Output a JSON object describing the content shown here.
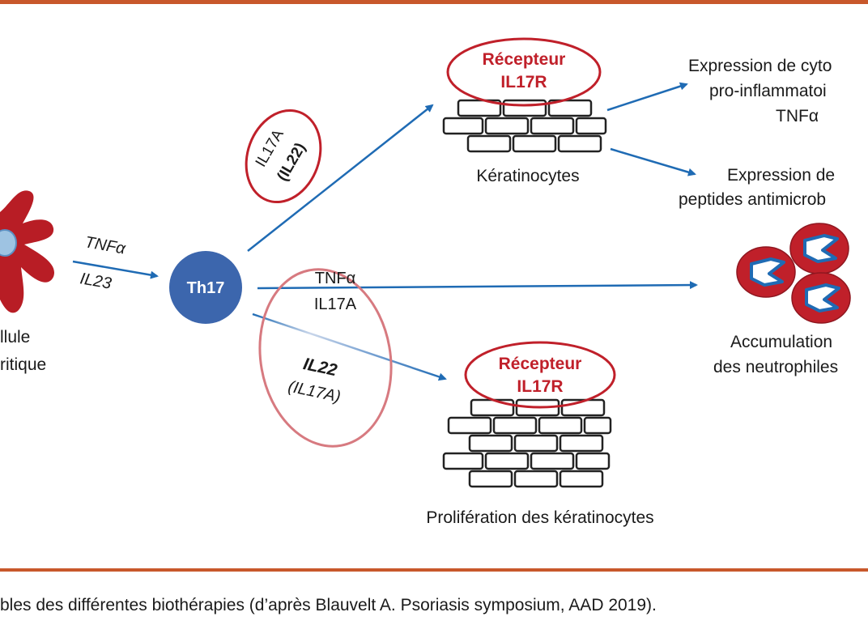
{
  "labels": {
    "cell_line1": "llule",
    "cell_line2": "ritique",
    "tnf_a": "TNFα",
    "il23": "IL23",
    "th17": "Th17",
    "oval_top_line1": "IL17A",
    "oval_top_line2": "(IL22)",
    "mid_tnf": "TNFα",
    "mid_il17a": "IL17A",
    "oval_bottom_line1": "IL22",
    "oval_bottom_line2": "(IL17A)",
    "receptor_line1": "Récepteur",
    "receptor_line2": "IL17R",
    "receptor2_line1": "Récepteur",
    "receptor2_line2": "IL17R",
    "keratinocytes": "Kératinocytes",
    "proliferation": "Prolifération des kératinocytes",
    "expr1_line1": "Expression de cyto",
    "expr1_line2": "pro-inflammatoi",
    "expr1_line3": "TNFα",
    "expr2_line1": "Expression de",
    "expr2_line2": "peptides antimicrob",
    "accum_line1": "Accumulation",
    "accum_line2": "des neutrophiles"
  },
  "caption": "bles des différentes biothérapies (d’après Blauvelt A. Psoriasis symposium, AAD 2019).",
  "colors": {
    "rule": "#c8582b",
    "arrow": "#1f6bb4",
    "th17": "#3c66ad",
    "red": "#c0202a",
    "cell": "#b81d25"
  }
}
